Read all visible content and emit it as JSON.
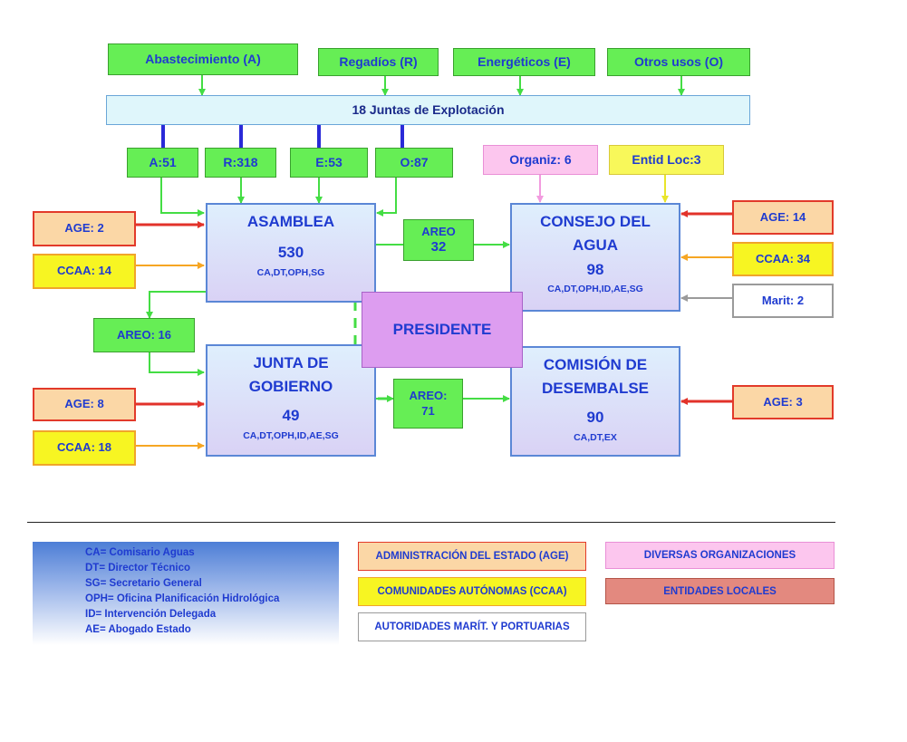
{
  "uses": {
    "abastecimiento": "Abastecimiento (A)",
    "regadios": "Regadíos (R)",
    "energeticos": "Energéticos (E)",
    "otros": "Otros usos (O)"
  },
  "juntas": "18 Juntas de Explotación",
  "counts": {
    "a": "A:51",
    "r": "R:318",
    "e": "E:53",
    "o": "O:87"
  },
  "organiz": "Organiz: 6",
  "entid_loc": "Entid Loc:3",
  "asamblea": {
    "title": "ASAMBLEA",
    "number": "530",
    "members": "CA,DT,OPH,SG"
  },
  "consejo": {
    "title_line1": "CONSEJO DEL",
    "title_line2": "AGUA",
    "number": "98",
    "members": "CA,DT,OPH,ID,AE,SG"
  },
  "junta": {
    "title_line1": "JUNTA DE",
    "title_line2": "GOBIERNO",
    "number": "49",
    "members": "CA,DT,OPH,ID,AE,SG"
  },
  "comision": {
    "title_line1": "COMISIÓN DE",
    "title_line2": "DESEMBALSE",
    "number": "90",
    "members": "CA,DT,EX"
  },
  "presidente": "PRESIDENTE",
  "areo_32": {
    "line1": "AREO",
    "line2": "32"
  },
  "areo_16": "AREO: 16",
  "areo_71": {
    "line1": "AREO:",
    "line2": "71"
  },
  "left_inputs": {
    "asamblea_age": "AGE: 2",
    "asamblea_ccaa": "CCAA: 14",
    "junta_age": "AGE: 8",
    "junta_ccaa": "CCAA: 18"
  },
  "right_inputs": {
    "consejo_age": "AGE: 14",
    "consejo_ccaa": "CCAA: 34",
    "consejo_marit": "Marit: 2",
    "comision_age": "AGE: 3"
  },
  "legend": {
    "definitions": [
      "CA= Comisario Aguas",
      "DT= Director Técnico",
      "SG= Secretario General",
      "OPH= Oficina Planificación Hidrológica",
      "ID= Intervención Delegada",
      "AE= Abogado Estado"
    ],
    "age": "ADMINISTRACIÓN DEL ESTADO (AGE)",
    "ccaa": "COMUNIDADES AUTÓNOMAS (CCAA)",
    "marit": "AUTORIDADES MARÍT. Y PORTUARIAS",
    "organizaciones": "DIVERSAS ORGANIZACIONES",
    "entidades": "ENTIDADES LOCALES"
  },
  "colors": {
    "green": "#66ee55",
    "green_line": "#44dd44",
    "blue_line": "#2a2ad8",
    "red_line": "#e2322a",
    "orange_line": "#f6a623",
    "grey_line": "#9a9a9a",
    "pink_line": "#f29bdf",
    "yellow_line": "#e9e52a",
    "text_blue": "#1f3bd0"
  }
}
